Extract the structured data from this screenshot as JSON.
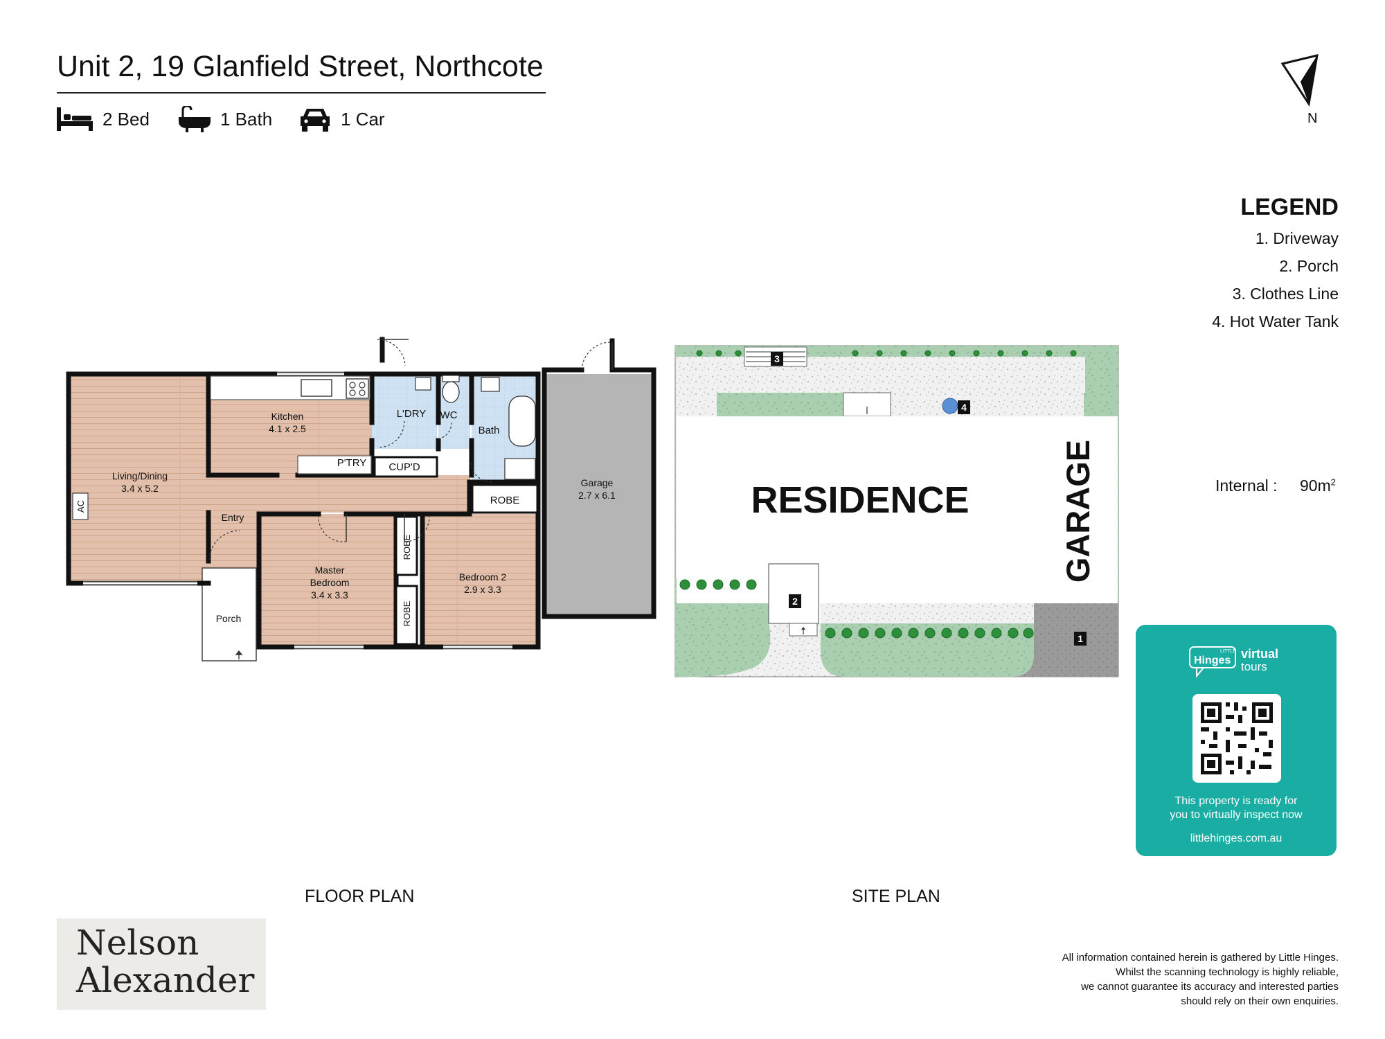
{
  "header": {
    "title": "Unit 2, 19 Glanfield Street, Northcote",
    "features": [
      {
        "icon": "bed-icon",
        "label": "2 Bed"
      },
      {
        "icon": "bath-icon",
        "label": "1 Bath"
      },
      {
        "icon": "car-icon",
        "label": "1 Car"
      }
    ]
  },
  "north_label": "N",
  "legend": {
    "title": "LEGEND",
    "items": [
      "1. Driveway",
      "2. Porch",
      "3. Clothes Line",
      "4. Hot Water Tank"
    ]
  },
  "area": {
    "label": "Internal  :",
    "value": "90m",
    "unit_sup": "2"
  },
  "floor_plan": {
    "caption": "FLOOR PLAN",
    "rooms": {
      "kitchen": {
        "name": "Kitchen",
        "size": "4.1 x 2.5"
      },
      "living": {
        "name": "Living/Dining",
        "size": "3.4 x 5.2"
      },
      "laundry": "L'DRY",
      "wc": "WC",
      "bath": "Bath",
      "pantry": "P'TRY",
      "cupboard": "CUP'D",
      "robe": "ROBE",
      "garage": {
        "name": "Garage",
        "size": "2.7 x 6.1"
      },
      "entry": "Entry",
      "ac": "AC",
      "master": {
        "name1": "Master",
        "name2": "Bedroom",
        "size": "3.4 x 3.3"
      },
      "bedroom2": {
        "name": "Bedroom 2",
        "size": "2.9 x 3.3"
      },
      "porch": "Porch"
    }
  },
  "site_plan": {
    "caption": "SITE PLAN",
    "residence": "RESIDENCE",
    "garage": "GARAGE",
    "markers": [
      "1",
      "2",
      "3",
      "4"
    ]
  },
  "virtual_tour": {
    "brand_small": "LITTLE",
    "brand": "Hinges",
    "word1": "virtual",
    "word2": "tours",
    "message_line1": "This property is ready for",
    "message_line2": "you to virtually inspect now",
    "url": "littlehinges.com.au"
  },
  "logo": {
    "line1": "Nelson",
    "line2": "Alexander"
  },
  "disclaimer": [
    "All information contained herein is gathered by Little Hinges.",
    "Whilst the scanning technology is highly reliable,",
    "we cannot guarantee its accuracy and interested parties",
    "should rely on their own enquiries."
  ],
  "colors": {
    "floor": "#e3c0ab",
    "wet_area": "#cfe2f3",
    "garage_floor": "#b5b5b5",
    "lawn": "#a9cfb0",
    "driveway": "#9a9a9a",
    "tour_card": "#19ada4"
  }
}
